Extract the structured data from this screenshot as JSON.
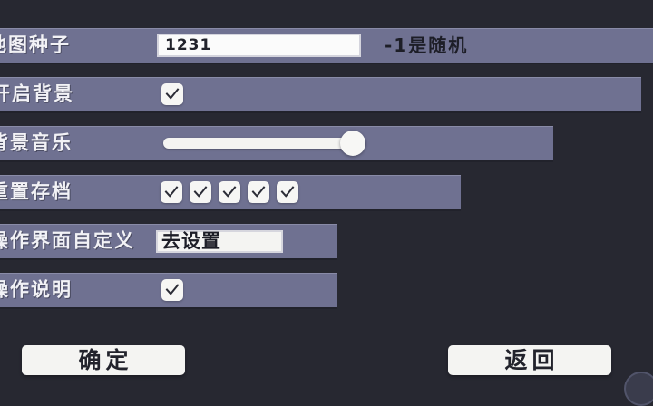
{
  "screen": {
    "name": "game-settings-screen",
    "background_color": "#272831",
    "row_color": "#6f7191",
    "panel_text_color": "#f2f2f6"
  },
  "rows": [
    {
      "id": "map-seed",
      "label": "地图种子",
      "type": "text-input",
      "value": "1231",
      "placeholder": "",
      "hint": "-1是随机"
    },
    {
      "id": "enable-background",
      "label": "开启背景",
      "type": "checkbox",
      "checked": true
    },
    {
      "id": "background-music",
      "label": "背景音乐",
      "type": "slider",
      "value": 100,
      "min": 0,
      "max": 100
    },
    {
      "id": "reset-save",
      "label": "重置存档",
      "type": "checkbox-group",
      "checked": [
        true,
        true,
        true,
        true,
        true
      ]
    },
    {
      "id": "ui-customization",
      "label": "操作界面自定义",
      "type": "button",
      "button_label": "去设置"
    },
    {
      "id": "operation-instructions",
      "label": "操作说明",
      "type": "checkbox",
      "checked": true
    }
  ],
  "footer": {
    "confirm_label": "确定",
    "back_label": "返回"
  },
  "icons": {
    "checkmark": "check-icon"
  }
}
